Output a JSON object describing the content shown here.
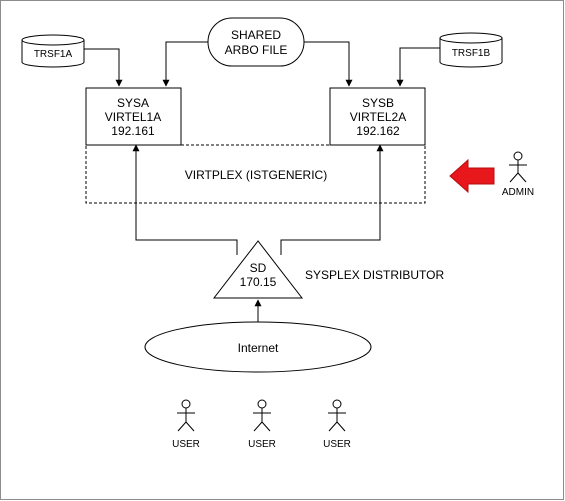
{
  "diagram": {
    "storage": {
      "left": "TRSF1A",
      "right": "TRSF1B"
    },
    "shared_file": {
      "line1": "SHARED",
      "line2": "ARBO FILE"
    },
    "system_a": {
      "name": "SYSA",
      "virtel": "VIRTEL1A",
      "address": "192.161"
    },
    "system_b": {
      "name": "SYSB",
      "virtel": "VIRTEL2A",
      "address": "192.162"
    },
    "virtplex_label": "VIRTPLEX (ISTGENERIC)",
    "admin_label": "ADMIN",
    "sysplex_distributor": {
      "line1": "SD",
      "line2": "170.15",
      "caption": "SYSPLEX DISTRIBUTOR"
    },
    "internet_label": "Internet",
    "users": [
      "USER",
      "USER",
      "USER"
    ],
    "colors": {
      "line": "#000000",
      "admin_arrow": "#e8171b",
      "admin_arrow_stroke": "#b01010",
      "frame": "#8c8c8c"
    }
  }
}
